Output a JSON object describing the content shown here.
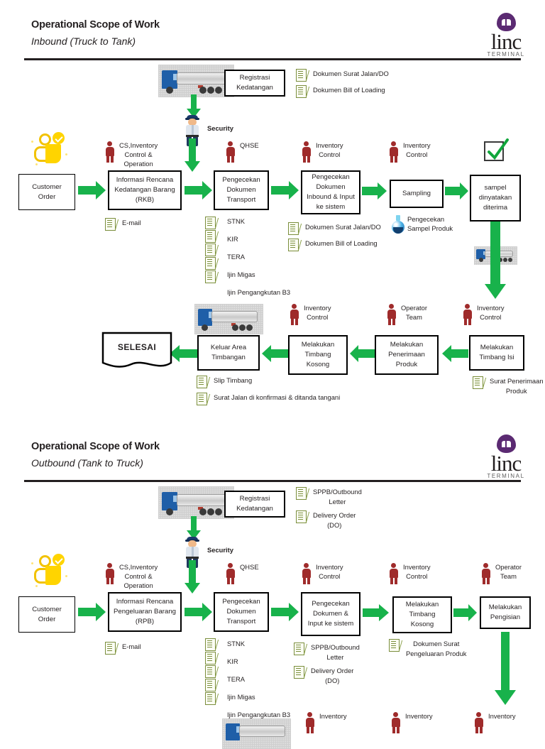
{
  "meta": {
    "accent_green": "#18b24b",
    "person_red": "#9f2b2b",
    "doc_olive": "#7b8e3d",
    "logo_purple": "#5b2a72"
  },
  "logo": {
    "wordmark": "linc",
    "tagline": "TERMINAL",
    "icon": "linc-terminal-logo"
  },
  "sections": [
    {
      "id": "inbound",
      "title": "Operational Scope of Work",
      "subtitle": "Inbound (Truck to Tank)",
      "registration": {
        "label": "Registrasi\nKedatangan"
      },
      "registration_docs": [
        {
          "label": "Dokumen Surat Jalan/DO"
        },
        {
          "label": "Dokumen Bill of Loading"
        }
      ],
      "security_label": "Security",
      "start": {
        "label": "Customer\nOrder"
      },
      "steps": [
        {
          "label": "Informasi Rencana\nKedatangan Barang\n(RKB)",
          "role": "CS,Inventory\nControl &\nOperation"
        },
        {
          "label": "Pengecekan\nDokumen\nTransport",
          "role": "QHSE"
        },
        {
          "label": "Pengecekan\nDokumen\nInbound & Input\nke sistem",
          "role": "Inventory\nControl"
        },
        {
          "label": "Sampling",
          "role": "Inventory\nControl"
        },
        {
          "label": "sampel\ndinyatakan\nditerima",
          "role": ""
        }
      ],
      "email_doc": "E-mail",
      "transport_docs": [
        "STNK",
        "KIR",
        "TERA",
        "Ijin Migas",
        "Ijin Pengangkutan B3"
      ],
      "inbound_docs": [
        "Dokumen Surat Jalan/DO",
        "Dokumen Bill of Loading"
      ],
      "sampling_note": "Pengecekan\nSampel Produk",
      "row2": [
        {
          "label": "Melakukan\nTimbang Isi",
          "role": "Inventory\nControl"
        },
        {
          "label": "Melakukan\nPenerimaan\nProduk",
          "role": "Operator\nTeam"
        },
        {
          "label": "Melakukan\nTimbang\nKosong",
          "role": "Inventory\nControl"
        },
        {
          "label": "Keluar Area\nTimbangan",
          "role": ""
        }
      ],
      "receipt_doc": "Surat Penerimaan\nProduk",
      "weigh_docs": [
        "Slip Timbang",
        "Surat Jalan di konfirmasi & ditanda tangani"
      ],
      "end": {
        "label": "SELESAI"
      }
    },
    {
      "id": "outbound",
      "title": "Operational Scope of Work",
      "subtitle": "Outbound (Tank to Truck)",
      "registration": {
        "label": "Registrasi\nKedatangan"
      },
      "registration_docs": [
        {
          "label": "SPPB/Outbound\nLetter"
        },
        {
          "label": "Delivery Order\n(DO)"
        }
      ],
      "security_label": "Security",
      "start": {
        "label": "Customer\nOrder"
      },
      "steps": [
        {
          "label": "Informasi Rencana\nPengeluaran Barang\n(RPB)",
          "role": "CS,Inventory\nControl &\nOperation"
        },
        {
          "label": "Pengecekan\nDokumen\nTransport",
          "role": "QHSE"
        },
        {
          "label": "Pengecekan\nDokumen &\nInput ke sistem",
          "role": "Inventory\nControl"
        },
        {
          "label": "Melakukan\nTimbang\nKosong",
          "role": "Inventory\nControl"
        },
        {
          "label": "Melakukan\nPengisian",
          "role": "Operator\nTeam"
        }
      ],
      "email_doc": "E-mail",
      "transport_docs": [
        "STNK",
        "KIR",
        "TERA",
        "Ijin Migas",
        "Ijin Pengangkutan B3"
      ],
      "outbound_docs": [
        "SPPB/Outbound\nLetter",
        "Delivery Order\n(DO)"
      ],
      "weigh_doc": "Dokumen Surat\nPengeluaran Produk",
      "bottom_roles": [
        "Inventory",
        "Inventory",
        "Inventory"
      ]
    }
  ]
}
